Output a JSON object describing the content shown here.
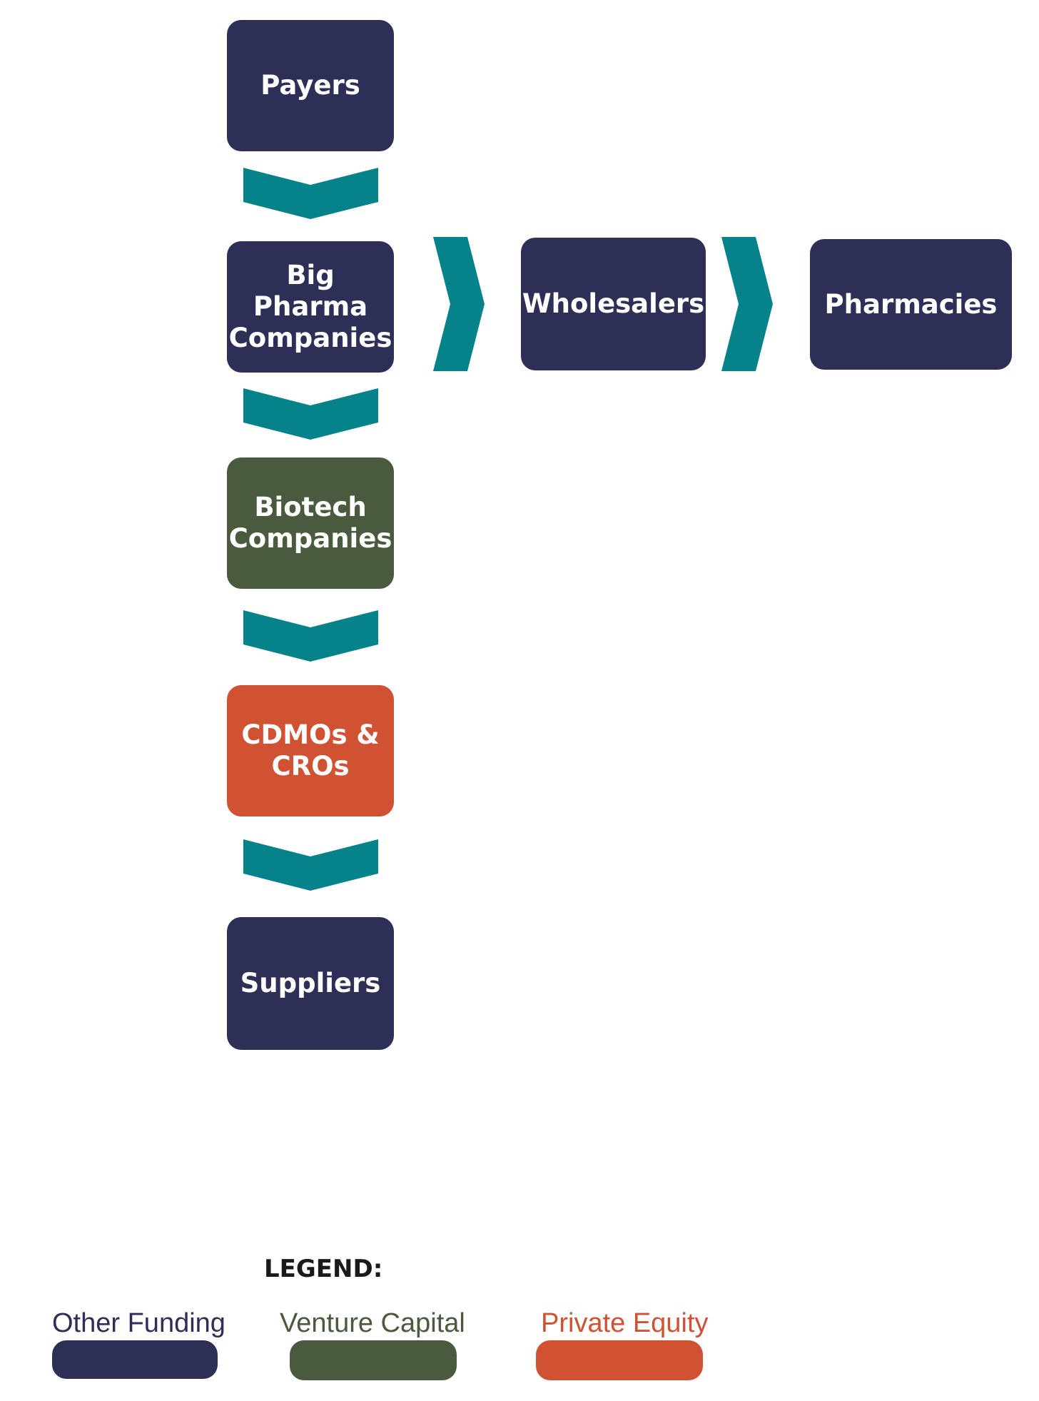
{
  "colors": {
    "other_funding": "#2e2f56",
    "venture_capital": "#4a5a3e",
    "private_equity": "#d05233",
    "arrow": "#06838a"
  },
  "nodes": {
    "payers": "Payers",
    "big_pharma": [
      "Big",
      "Pharma",
      "Companies"
    ],
    "wholesalers": "Wholesalers",
    "pharmacies": "Pharmacies",
    "biotech": [
      "Biotech",
      "Companies"
    ],
    "cdmos": [
      "CDMOs &",
      "CROs"
    ],
    "suppliers": "Suppliers"
  },
  "legend": {
    "title": "LEGEND:",
    "items": [
      {
        "label": "Other Funding",
        "color": "#2e2f56"
      },
      {
        "label": "Venture Capital",
        "color": "#4a5a3e"
      },
      {
        "label": "Private Equity",
        "color": "#d05233"
      }
    ]
  }
}
